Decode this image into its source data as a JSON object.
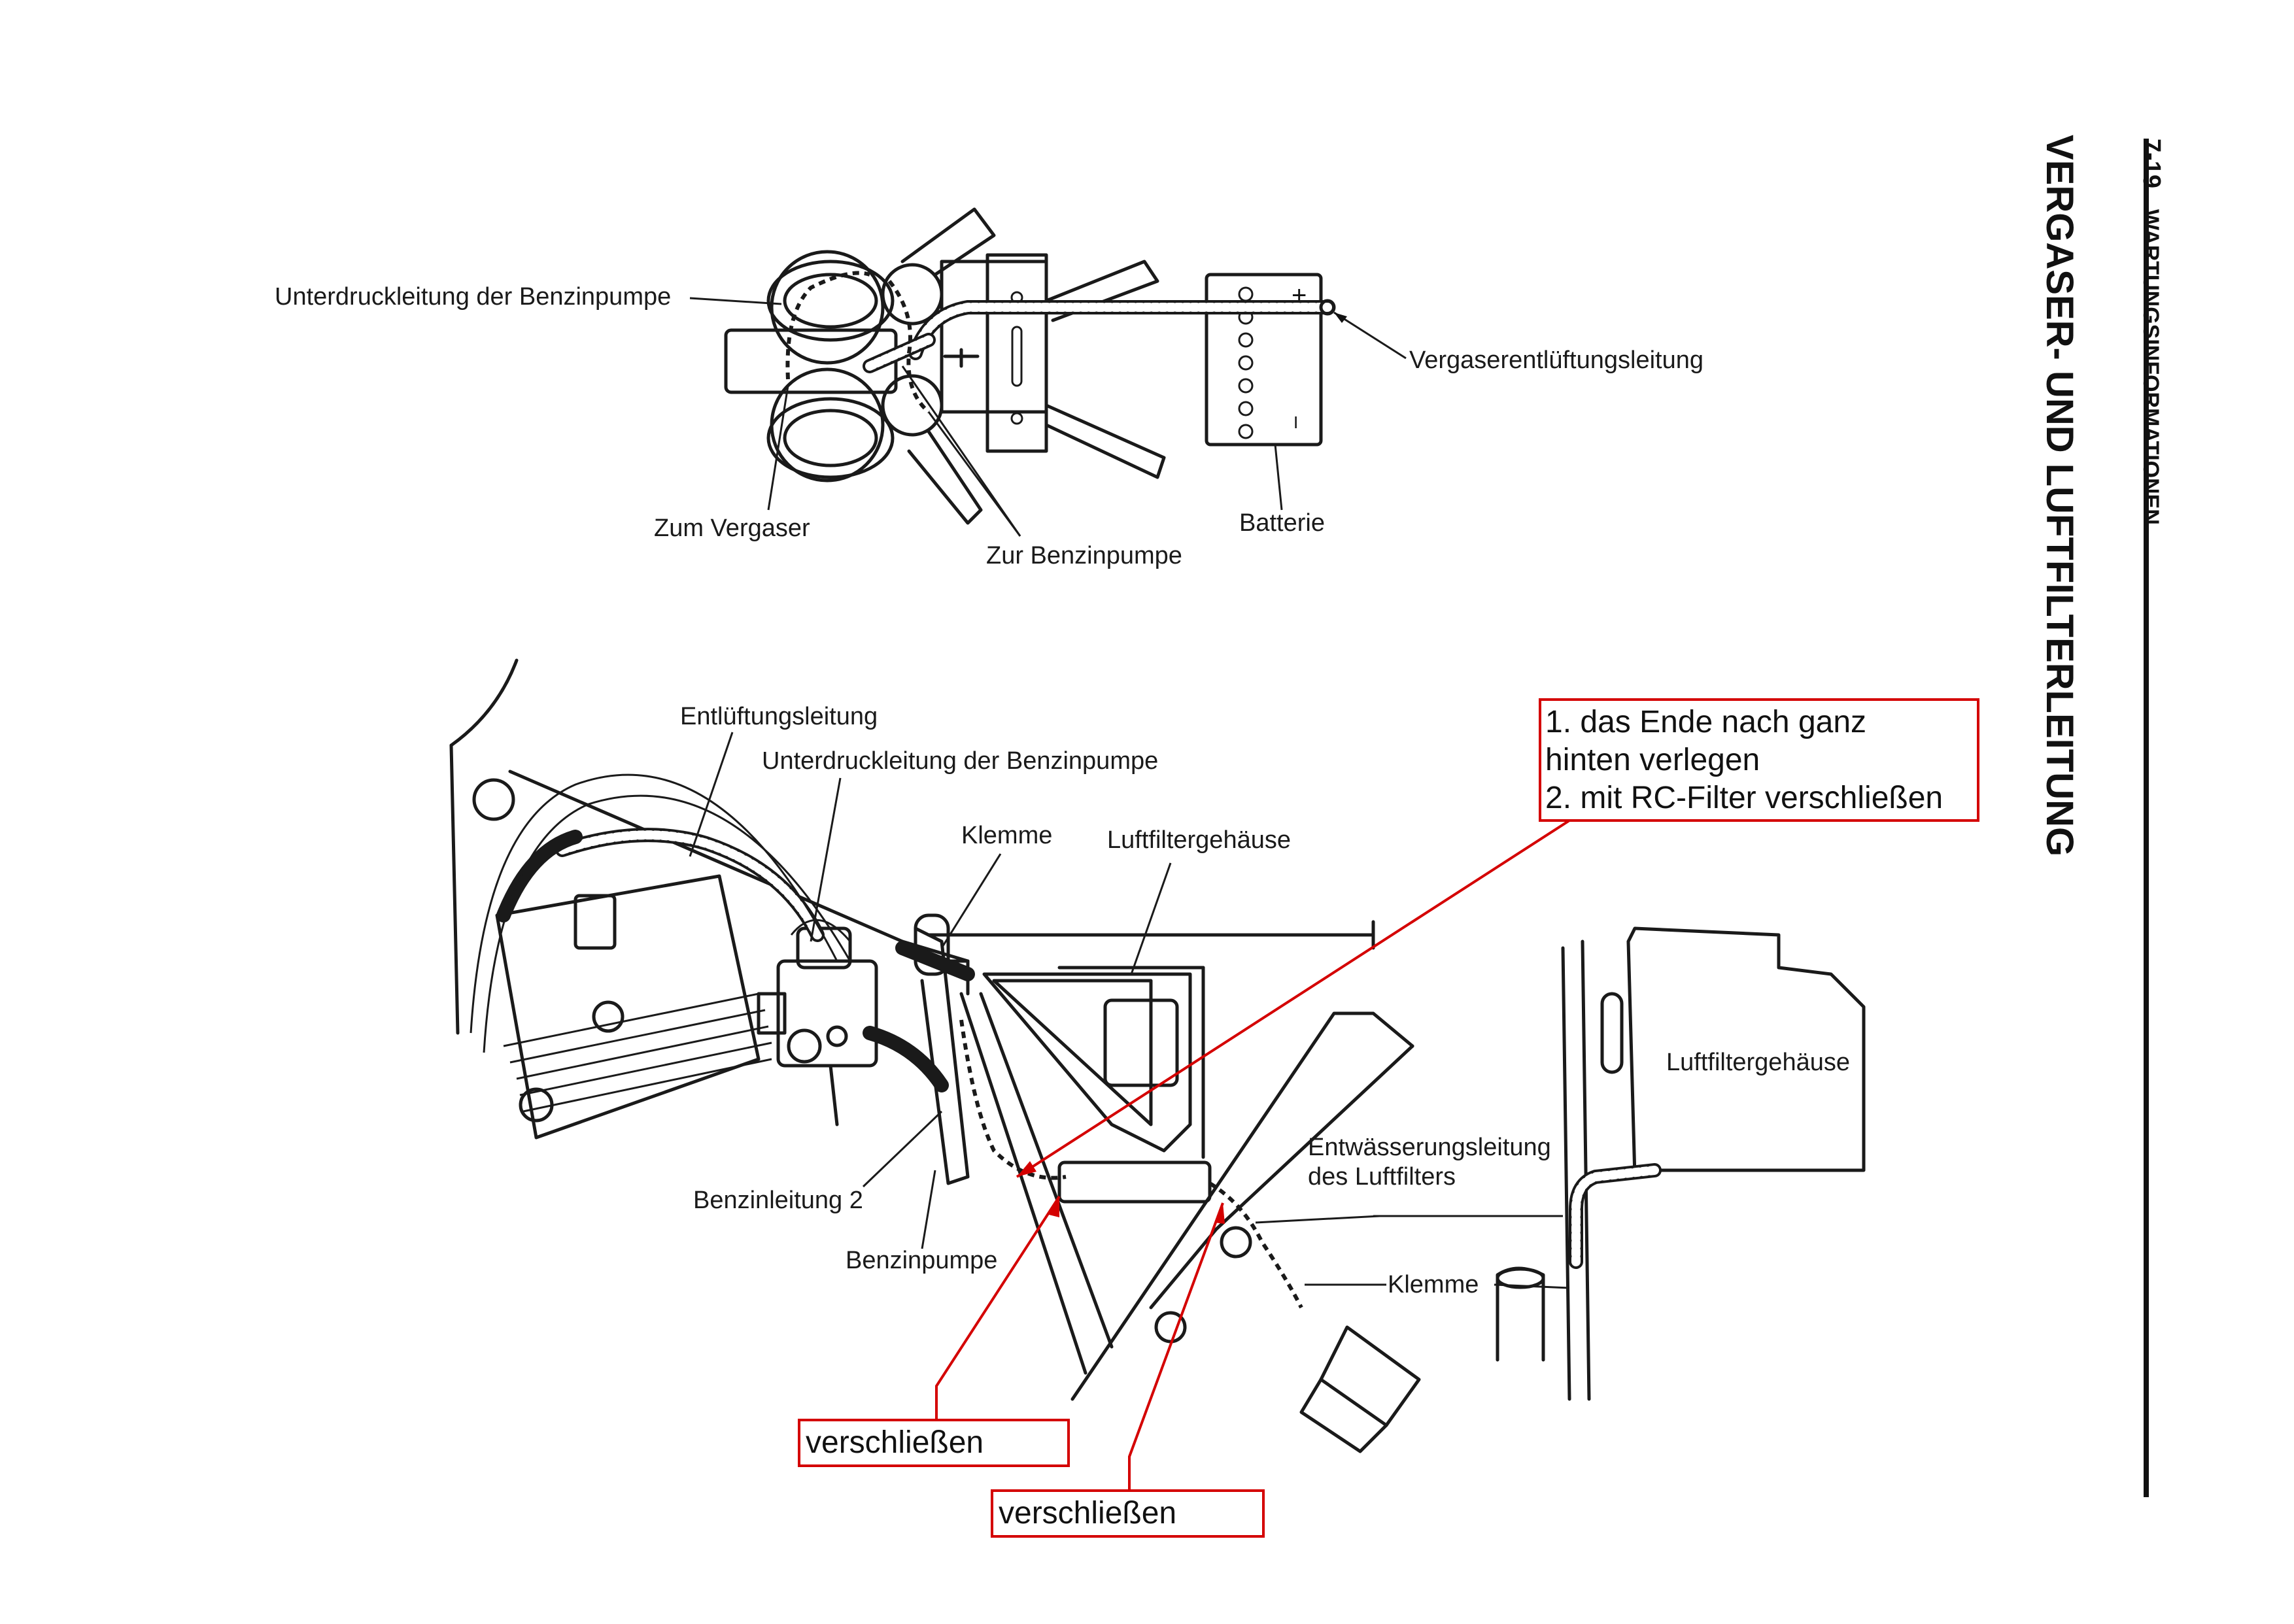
{
  "header": {
    "page_number": "7-19",
    "section": "WARTUNGSINFORMATIONEN",
    "title": "VERGASER- UND LUFTFILTERLEITUNG"
  },
  "top_diagram": {
    "labels": {
      "vacuum_line": "Unterdruckleitung der Benzinpumpe",
      "carb_vent_line": "Vergaserentlüftungsleitung",
      "to_carburetor": "Zum Vergaser",
      "to_fuel_pump": "Zur Benzinpumpe",
      "battery": "Batterie"
    },
    "battery_symbols": {
      "plus": "+",
      "minus": "I"
    }
  },
  "bottom_diagram": {
    "labels": {
      "vent_line": "Entlüftungsleitung",
      "vacuum_line": "Unterdruckleitung der Benzinpumpe",
      "clamp": "Klemme",
      "air_box": "Luftfiltergehäuse",
      "air_box_right": "Luftfiltergehäuse",
      "drain_line_1": "Entwässerungsleitung",
      "drain_line_2": "des Luftfilters",
      "clamp_2": "Klemme",
      "fuel_line_2": "Benzinleitung 2",
      "fuel_pump": "Benzinpumpe"
    }
  },
  "annotations": {
    "note_line_1": "1. das Ende nach ganz",
    "note_line_2": "hinten verlegen",
    "note_line_3": "2. mit RC-Filter verschließen",
    "seal_1": "verschließen",
    "seal_2": "verschließen",
    "color": "#d40000"
  }
}
